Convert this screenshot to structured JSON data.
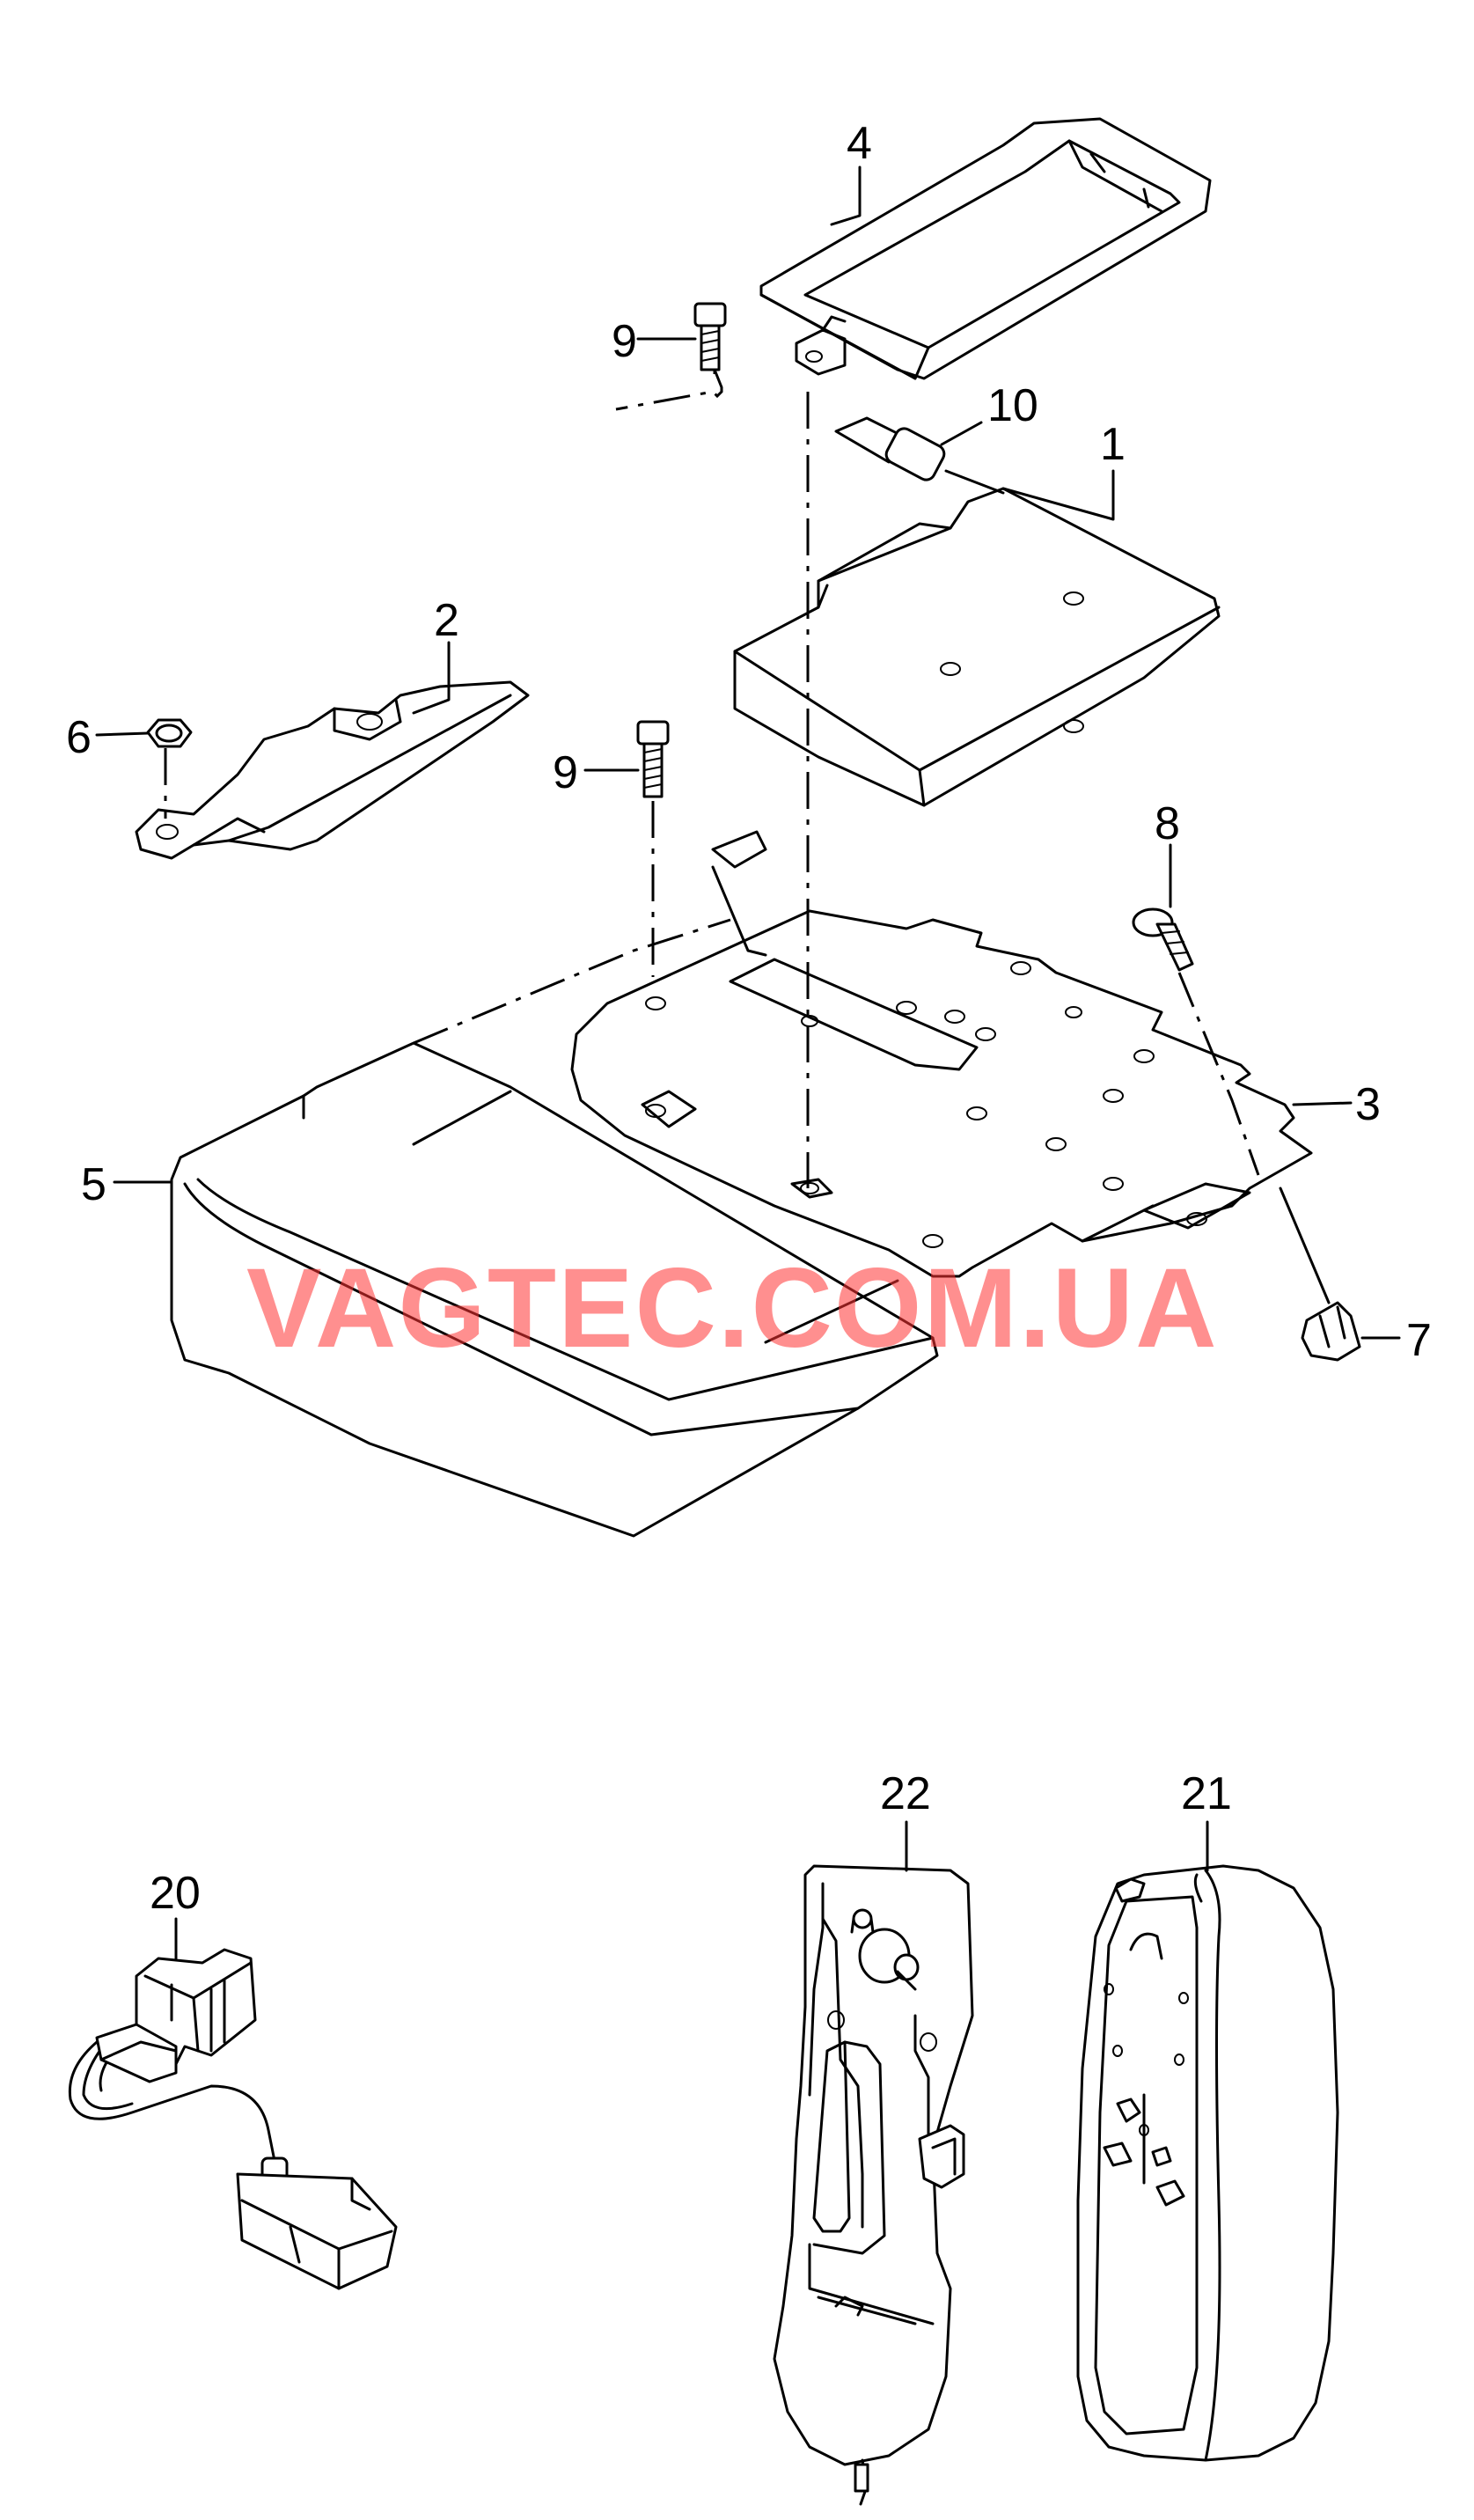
{
  "watermark": "VAGTEC.COM.UA",
  "callouts": {
    "c1": "1",
    "c2": "2",
    "c3": "3",
    "c4": "4",
    "c5": "5",
    "c6": "6",
    "c7": "7",
    "c8": "8",
    "c9a": "9",
    "c9b": "9",
    "c10": "10",
    "c20": "20",
    "c21": "21",
    "c22": "22"
  },
  "colors": {
    "line": "#000000",
    "watermark": "#ff3333",
    "background": "#ffffff"
  }
}
